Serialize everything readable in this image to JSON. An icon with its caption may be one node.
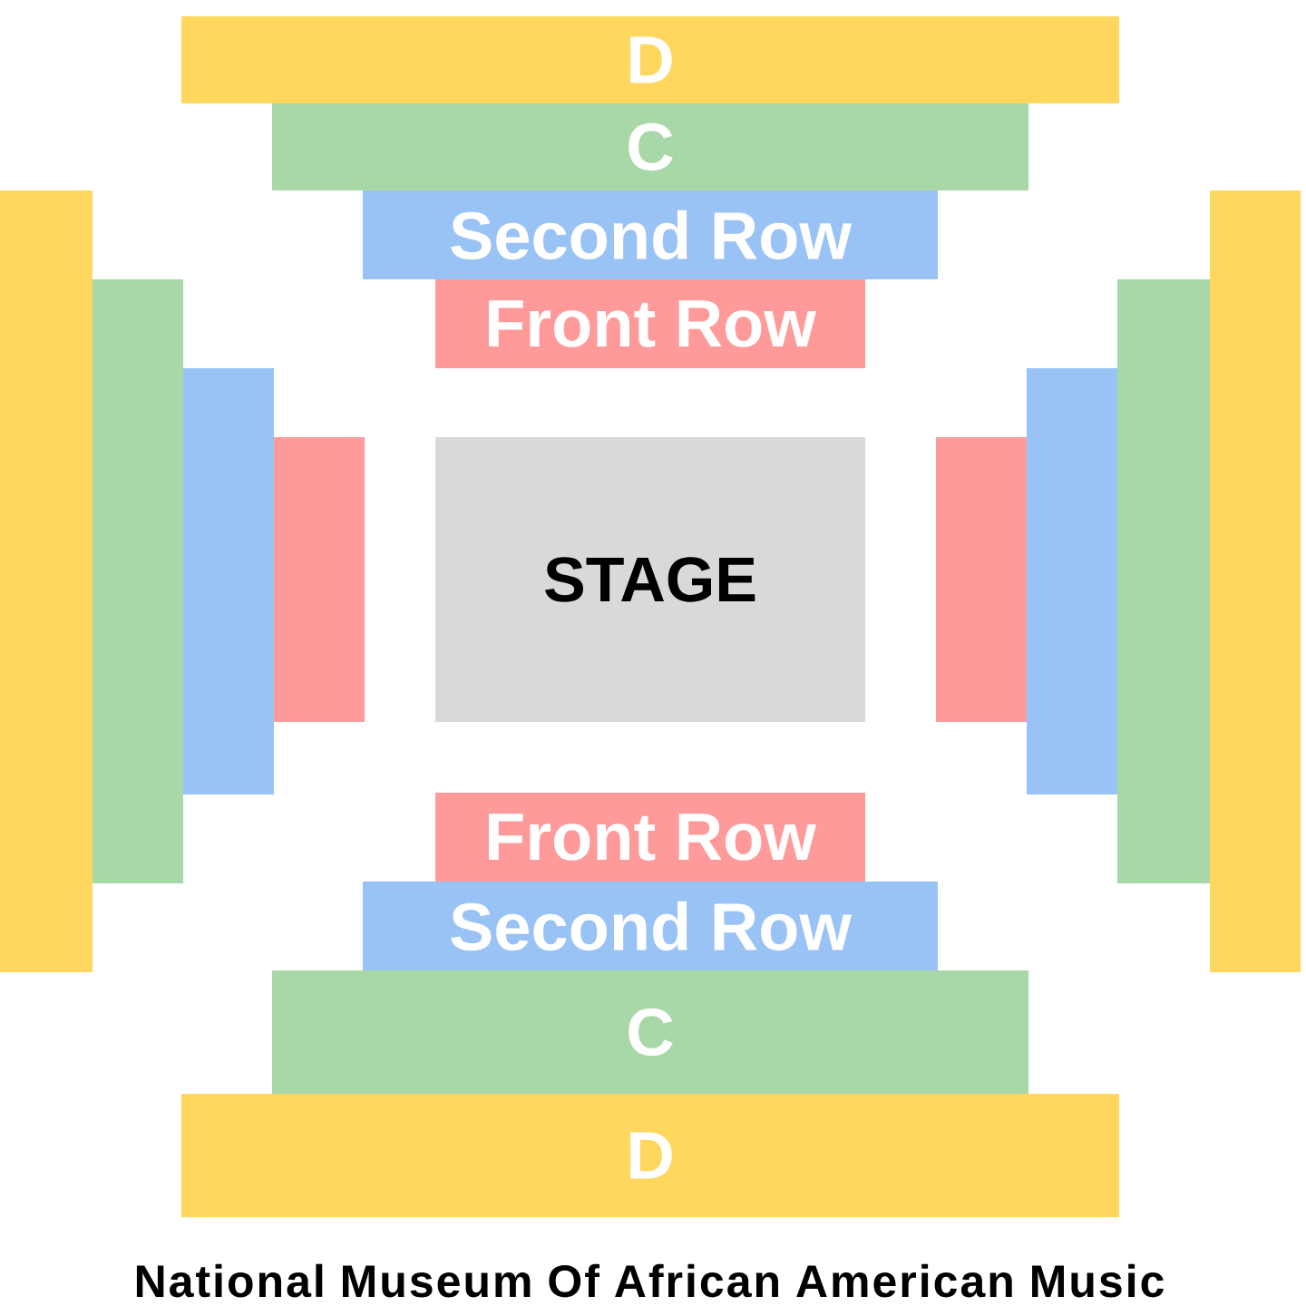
{
  "diagram": {
    "caption": "National Museum Of African American Music",
    "nodes": [
      {
        "text": [
          "D"
        ]
      },
      {
        "text": [
          "C"
        ]
      },
      {
        "text": [
          "Second Row"
        ]
      },
      {
        "text": [
          "Front Row"
        ]
      },
      {
        "text": [],
        "shape": "box"
      },
      {
        "text": [],
        "shape": "box"
      },
      {
        "text": [],
        "shape": "box"
      },
      {
        "text": [],
        "shape": "box"
      },
      {
        "text": [
          "STAGE"
        ]
      },
      {
        "text": [],
        "shape": "box"
      },
      {
        "text": [],
        "shape": "box"
      },
      {
        "text": [],
        "shape": "box"
      },
      {
        "text": [],
        "shape": "box"
      },
      {
        "text": [
          "Front Row"
        ]
      },
      {
        "text": [
          "Second Row"
        ]
      },
      {
        "text": [
          "C"
        ]
      },
      {
        "text": [
          "D"
        ]
      }
    ]
  }
}
